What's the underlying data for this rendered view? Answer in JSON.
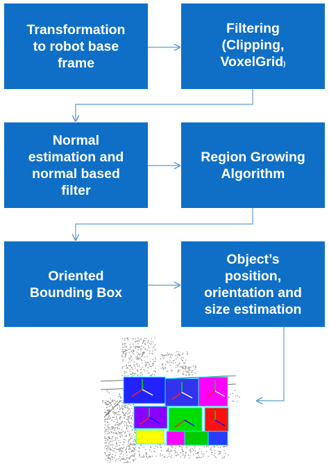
{
  "steps": [
    {
      "id": "transform",
      "label": "Transformation\nto robot base\nframe"
    },
    {
      "id": "filtering",
      "label": "Filtering\n(Clipping,\nVoxelGrid",
      "suffix": ")"
    },
    {
      "id": "normal",
      "label": "Normal\nestimation and\nnormal based\nfilter"
    },
    {
      "id": "region",
      "label": "Region Growing\nAlgorithm"
    },
    {
      "id": "obb",
      "label": "Oriented\nBounding Box"
    },
    {
      "id": "estimation",
      "label": "Object’s\nposition,\norientation and\nsize estimation"
    }
  ],
  "colors": {
    "box_fill": "#0f6fc6",
    "box_text": "#ffffff",
    "arrow": "#5a9bd5",
    "segments": [
      "#ff00ff",
      "#8a00ff",
      "#2222ff",
      "#00dd00",
      "#ff1010",
      "#ffff00",
      "#00ffff"
    ]
  }
}
